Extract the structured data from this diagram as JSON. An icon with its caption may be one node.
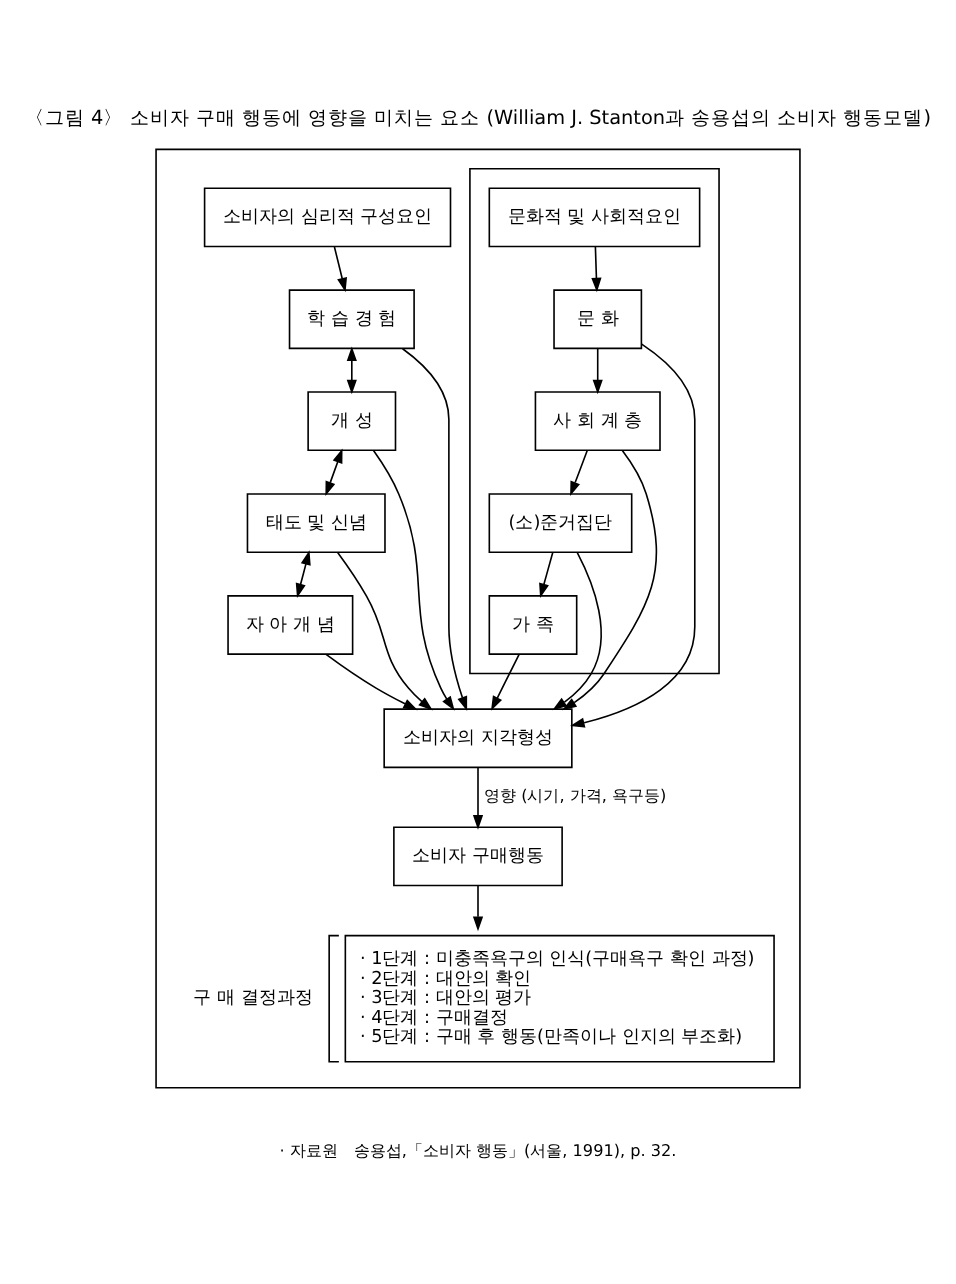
{
  "diagram": {
    "title": "〈그림 4〉 소비자 구매 행동에 영향을 미치는 요소 (William J. Stanton과 송용섭의 소비자 행동모델)",
    "caption": "· 자료원　송용섭,「소비자 행동」(서울, 1991), p. 32.",
    "nodes": [
      {
        "text": [],
        "shape": "box"
      },
      {
        "text": [],
        "shape": "box",
        "in": 0
      },
      {
        "text": [
          "문화적 및 사회적요인"
        ],
        "in": 1
      },
      {
        "text": [
          "문 화"
        ],
        "in": 1
      },
      {
        "text": [
          "사 회 계 층"
        ],
        "in": 1
      },
      {
        "text": [
          "(소)준거집단"
        ],
        "in": 1
      },
      {
        "text": [
          "가 족"
        ],
        "in": 1
      },
      {
        "text": [
          "소비자의 심리적 구성요인"
        ],
        "in": 0
      },
      {
        "text": [
          "학 습 경 험"
        ],
        "in": 0
      },
      {
        "text": [
          "개 성"
        ],
        "in": 0
      },
      {
        "text": [
          "태도 및 신념"
        ],
        "in": 0
      },
      {
        "text": [
          "자 아 개 념"
        ],
        "in": 0
      },
      {
        "text": [
          "소비자의 지각형성"
        ],
        "in": 0
      },
      {
        "text": [
          "소비자 구매행동"
        ],
        "in": 0
      },
      {
        "text": [
          "· 1단계 : 미충족욕구의 인식(구매욕구 확인 과정)",
          "· 2단계 : 대안의 확인",
          "· 3단계 : 대안의 평가",
          "· 4단계 : 구매결정",
          "· 5단계 : 구매 후 행동(만족이나 인지의 부조화)"
        ],
        "in": 0,
        "beside": [
          "구 매 결정과정"
        ]
      }
    ],
    "edges": [
      {
        "from": 2,
        "to": 3,
        "arrow": "to"
      },
      {
        "from": 3,
        "to": 4,
        "arrow": "to"
      },
      {
        "from": 4,
        "to": 5,
        "arrow": "to"
      },
      {
        "from": 5,
        "to": 6,
        "arrow": "to"
      },
      {
        "from": 3,
        "to": 12,
        "arrow": "to"
      },
      {
        "from": 4,
        "to": 12,
        "arrow": "to"
      },
      {
        "from": 5,
        "to": 12,
        "arrow": "to"
      },
      {
        "from": 6,
        "to": 12,
        "arrow": "to"
      },
      {
        "from": 7,
        "to": 8,
        "arrow": "to"
      },
      {
        "from": 8,
        "to": 9,
        "arrow": "both"
      },
      {
        "from": 9,
        "to": 10,
        "arrow": "both"
      },
      {
        "from": 10,
        "to": 11,
        "arrow": "both"
      },
      {
        "from": 11,
        "to": 12,
        "arrow": "to"
      },
      {
        "from": 10,
        "to": 12,
        "arrow": "to"
      },
      {
        "from": 9,
        "to": 12,
        "arrow": "to"
      },
      {
        "from": 8,
        "to": 12,
        "arrow": "to"
      },
      {
        "from": 12,
        "to": 13,
        "arrow": "to",
        "label": "영향 (시기, 가격, 욕구등)"
      },
      {
        "from": 13,
        "to": 14,
        "arrow": "to"
      }
    ]
  }
}
